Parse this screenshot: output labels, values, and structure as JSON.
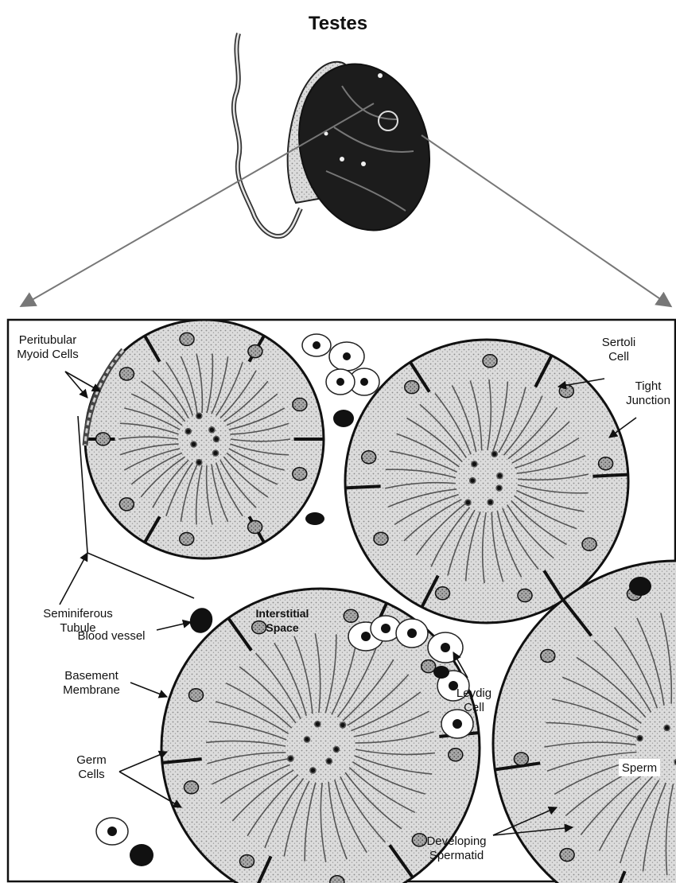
{
  "title": "Testes",
  "labels": {
    "peritubular_1": "Peritubular",
    "peritubular_2": "Myoid Cells",
    "sertoli_1": "Sertoli",
    "sertoli_2": "Cell",
    "tight_1": "Tight",
    "tight_2": "Junction",
    "seminiferous_1": "Seminiferous",
    "seminiferous_2": "Tubule",
    "interstitial_1": "Interstitial",
    "interstitial_2": "Space",
    "blood_vessel": "Blood vessel",
    "basement_1": "Basement",
    "basement_2": "Membrane",
    "leydig_1": "Leydig",
    "leydig_2": "Cell",
    "germ_1": "Germ",
    "germ_2": "Cells",
    "sperm": "Sperm",
    "spermatid_1": "Developing",
    "spermatid_2": "Spermatid"
  }
}
